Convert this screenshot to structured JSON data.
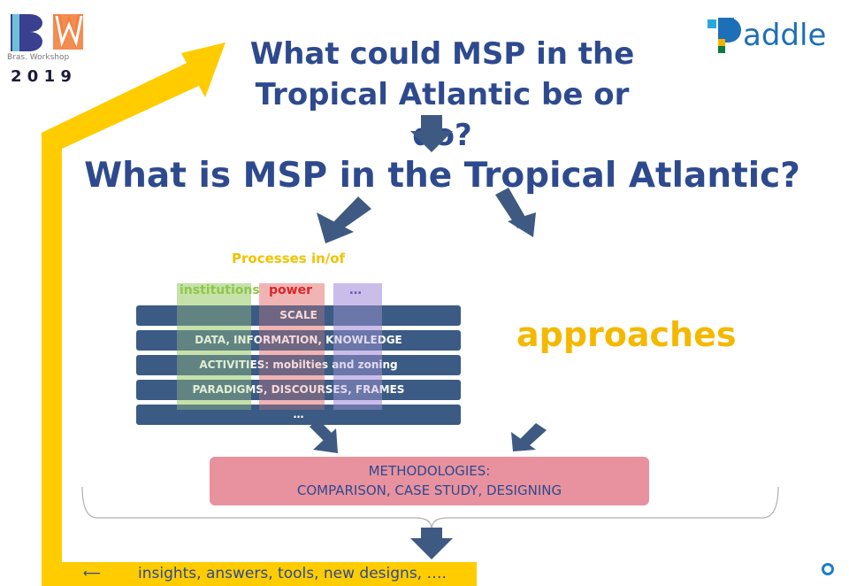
{
  "logo_left": {
    "subtitle": "Bras. Workshop",
    "year": "2 0 1 9"
  },
  "logo_right": {
    "text": "addle"
  },
  "titles": {
    "line1": "What could MSP in the",
    "line2": "Tropical Atlantic be or do?",
    "main": "What is MSP in the Tropical Atlantic?"
  },
  "processes_label": "Processes in/of",
  "columns": [
    {
      "label": "institutions",
      "color": "#8fc74a"
    },
    {
      "label": "power",
      "color": "#d9262b"
    },
    {
      "label": "…",
      "color": "#9a8bd0"
    }
  ],
  "bars": [
    "SCALE",
    "DATA, INFORMATION, KNOWLEDGE",
    "ACTIVITIES: mobilties and zoning",
    "PARADIGMS, DISCOURSES, FRAMES",
    "…"
  ],
  "approaches": "approaches",
  "methodologies": {
    "line1": "METHODOLOGIES:",
    "line2": "COMPARISON, CASE STUDY, DESIGNING"
  },
  "insights": "insights, answers, tools, new designs, ….",
  "colors": {
    "navy": "#2e4a8e",
    "yellow": "#ffcc00",
    "pink": "#e8929f",
    "bar": "#3b5b84"
  }
}
